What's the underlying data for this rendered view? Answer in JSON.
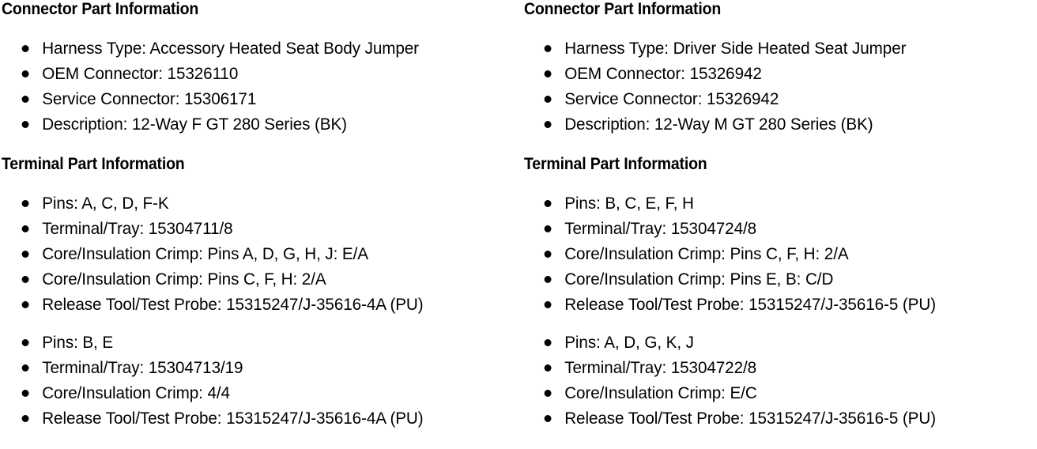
{
  "columns": [
    {
      "id": "left",
      "connector": {
        "heading": "Connector Part Information",
        "items": [
          "Harness Type: Accessory Heated Seat Body Jumper",
          "OEM Connector: 15326110",
          "Service Connector: 15306171",
          "Description: 12-Way F GT 280 Series (BK)"
        ]
      },
      "terminal": {
        "heading": "Terminal Part Information",
        "groups": [
          {
            "items": [
              "Pins: A, C, D, F-K",
              "Terminal/Tray: 15304711/8",
              "Core/Insulation Crimp: Pins A, D, G, H, J: E/A",
              "Core/Insulation Crimp: Pins C, F, H: 2/A",
              "Release Tool/Test Probe: 15315247/J-35616-4A (PU)"
            ]
          },
          {
            "items": [
              "Pins: B, E",
              "Terminal/Tray: 15304713/19",
              "Core/Insulation Crimp: 4/4",
              "Release Tool/Test Probe: 15315247/J-35616-4A (PU)"
            ]
          }
        ]
      }
    },
    {
      "id": "right",
      "connector": {
        "heading": "Connector Part Information",
        "items": [
          "Harness Type: Driver Side Heated Seat Jumper",
          "OEM Connector: 15326942",
          "Service Connector: 15326942",
          "Description: 12-Way M GT 280 Series (BK)"
        ]
      },
      "terminal": {
        "heading": "Terminal Part Information",
        "groups": [
          {
            "items": [
              "Pins: B, C, E, F, H",
              "Terminal/Tray: 15304724/8",
              "Core/Insulation Crimp: Pins C, F, H: 2/A",
              "Core/Insulation Crimp: Pins E, B: C/D",
              "Release Tool/Test Probe: 15315247/J-35616-5 (PU)"
            ]
          },
          {
            "items": [
              "Pins: A, D, G, K, J",
              "Terminal/Tray: 15304722/8",
              "Core/Insulation Crimp: E/C",
              "Release Tool/Test Probe: 15315247/J-35616-5 (PU)"
            ]
          }
        ]
      }
    }
  ],
  "colors": {
    "text": "#000000",
    "background": "#ffffff",
    "bullet": "#000000"
  }
}
